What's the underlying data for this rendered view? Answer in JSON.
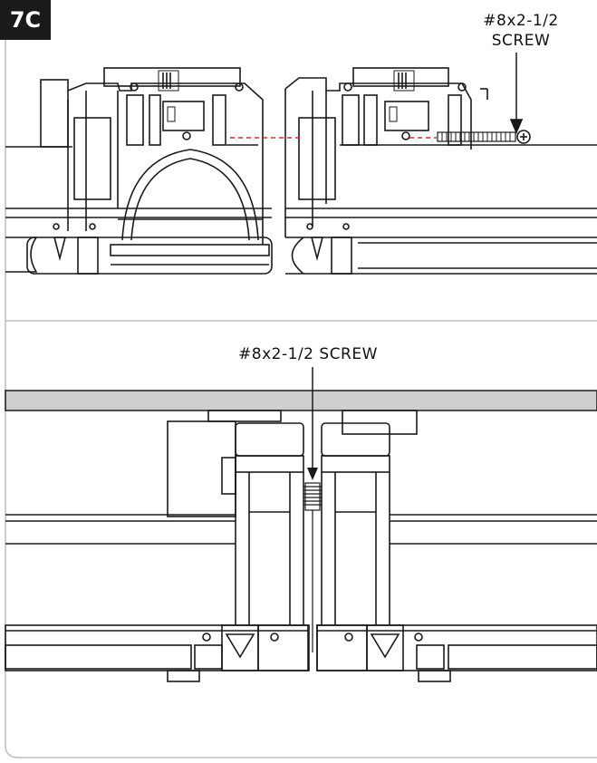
{
  "step": {
    "label": "7C"
  },
  "labels": {
    "top_line1": "#8x2-1/2",
    "top_line2": "SCREW",
    "bottom": "#8x2-1/2 SCREW"
  },
  "colors": {
    "line": "#1a1a1a",
    "accent_dash": "#d32f2f",
    "table_band": "#cfcfcf",
    "frame": "#bdbdbd"
  }
}
